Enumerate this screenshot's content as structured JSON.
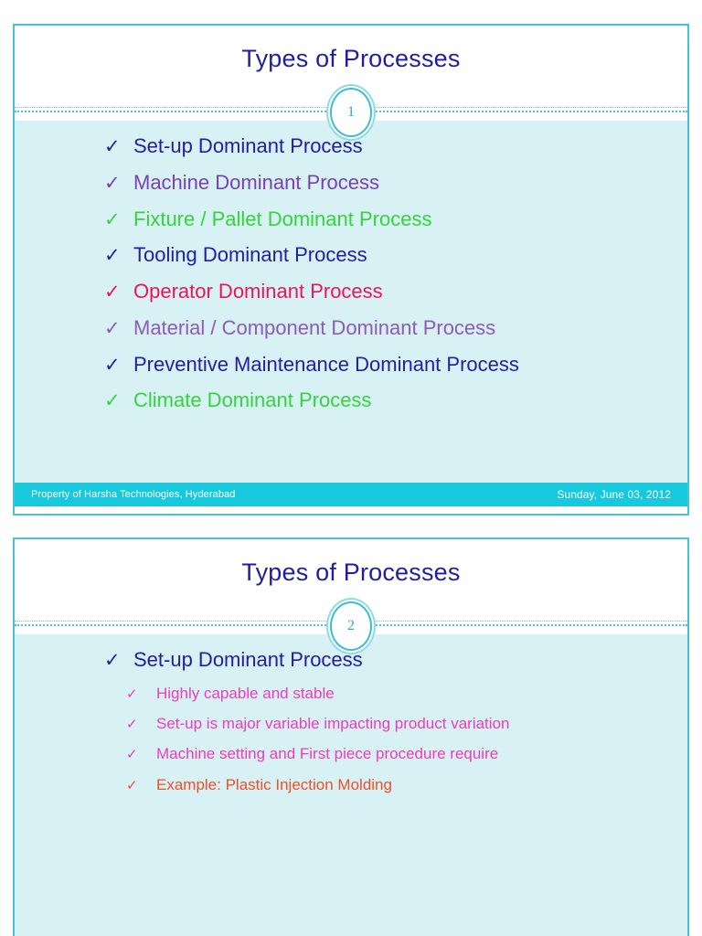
{
  "deck": {
    "slides": [
      {
        "title": "Types of Processes",
        "page_number": "1",
        "bullets": [
          {
            "level": 1,
            "mark": "check-mark",
            "text": "Set-up Dominant Process",
            "color": "#211ea0"
          },
          {
            "level": 1,
            "mark": "check-mark",
            "text": "Machine Dominant Process",
            "color": "#7b3fb5"
          },
          {
            "level": 1,
            "mark": "check-mark",
            "text": "Fixture / Pallet Dominant Process",
            "color": "#34d43a"
          },
          {
            "level": 1,
            "mark": "check-mark",
            "text": "Tooling Dominant Process",
            "color": "#211ea0"
          },
          {
            "level": 1,
            "mark": "check-mark",
            "text": "Operator Dominant Process",
            "color": "#ec1458"
          },
          {
            "level": 1,
            "mark": "check-mark",
            "text": "Material / Component Dominant Process",
            "color": "#8e5bb5"
          },
          {
            "level": 1,
            "mark": "check-mark",
            "text": "Preventive Maintenance Dominant Process",
            "color": "#211ea0"
          },
          {
            "level": 1,
            "mark": "check-mark",
            "text": "Climate Dominant Process",
            "color": "#34d43a"
          }
        ],
        "footer": {
          "left": "Property of Harsha Technologies, Hyderabad",
          "right": "Sunday, June 03, 2012"
        }
      },
      {
        "title": "Types of Processes",
        "page_number": "2",
        "bullets": [
          {
            "level": 1,
            "mark": "check-mark",
            "text": "Set-up Dominant Process",
            "color": "#211ea0"
          },
          {
            "level": 2,
            "mark": "check-mark",
            "text": "Highly capable and stable",
            "color": "#f03ac0"
          },
          {
            "level": 2,
            "mark": "check-mark",
            "text": "Set-up is major variable impacting product variation",
            "color": "#f03ac0"
          },
          {
            "level": 2,
            "mark": "check-mark",
            "text": "Machine setting and First piece procedure require",
            "color": "#f03ac0"
          },
          {
            "level": 2,
            "mark": "check-mark",
            "text": "Example: Plastic Injection Molding",
            "color": "#ec5027"
          }
        ],
        "footer": null
      }
    ]
  },
  "glyphs": {
    "check-mark": "✓"
  },
  "colors": {
    "slide_border": "#49c3d4",
    "body_background": "#d7f1f5",
    "header_background": "#ffffff",
    "title_text": "#211ea0",
    "footer_background": "#18c8dd",
    "footer_text": "#ffffff",
    "badge_ring": "#3fbcd0",
    "badge_number": "#2fa9c0",
    "divider": "#49c3d4"
  }
}
